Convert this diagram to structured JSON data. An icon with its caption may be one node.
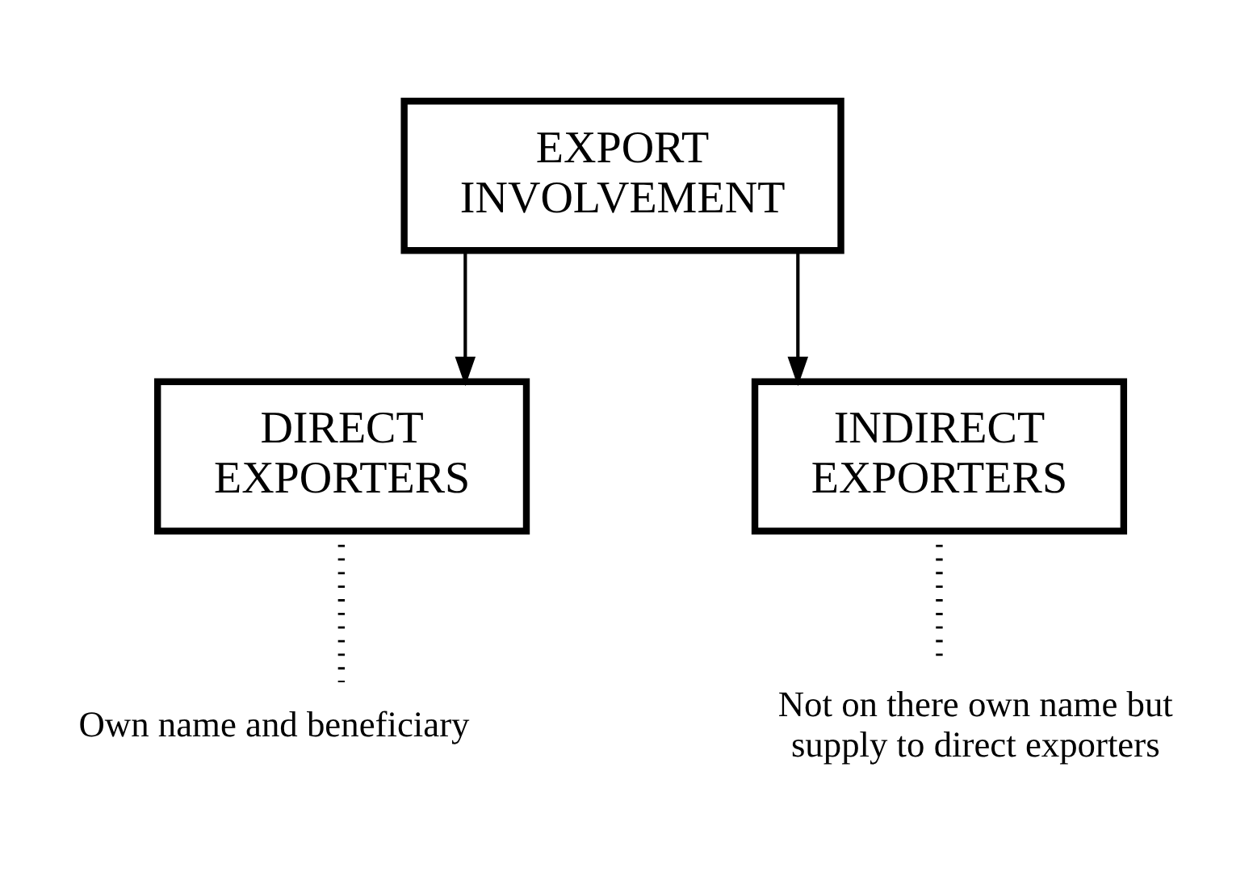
{
  "diagram": {
    "nodes": [
      {
        "text": [
          "EXPORT INVOLVEMENT"
        ]
      },
      {
        "text": [
          "DIRECT EXPORTERS"
        ]
      },
      {
        "text": [
          "INDIRECT EXPORTERS"
        ]
      },
      {
        "text": [
          "Own name and beneficiary"
        ]
      },
      {
        "text": [
          "Not on there own name but supply to direct exporters"
        ]
      }
    ],
    "edges": [
      {
        "from": 0,
        "to": 1,
        "arrow": "to"
      },
      {
        "from": 0,
        "to": 2,
        "arrow": "to"
      },
      {
        "from": 1,
        "to": 3,
        "arrow": "none",
        "style": "dashed"
      },
      {
        "from": 2,
        "to": 4,
        "arrow": "none",
        "style": "dashed"
      }
    ]
  }
}
